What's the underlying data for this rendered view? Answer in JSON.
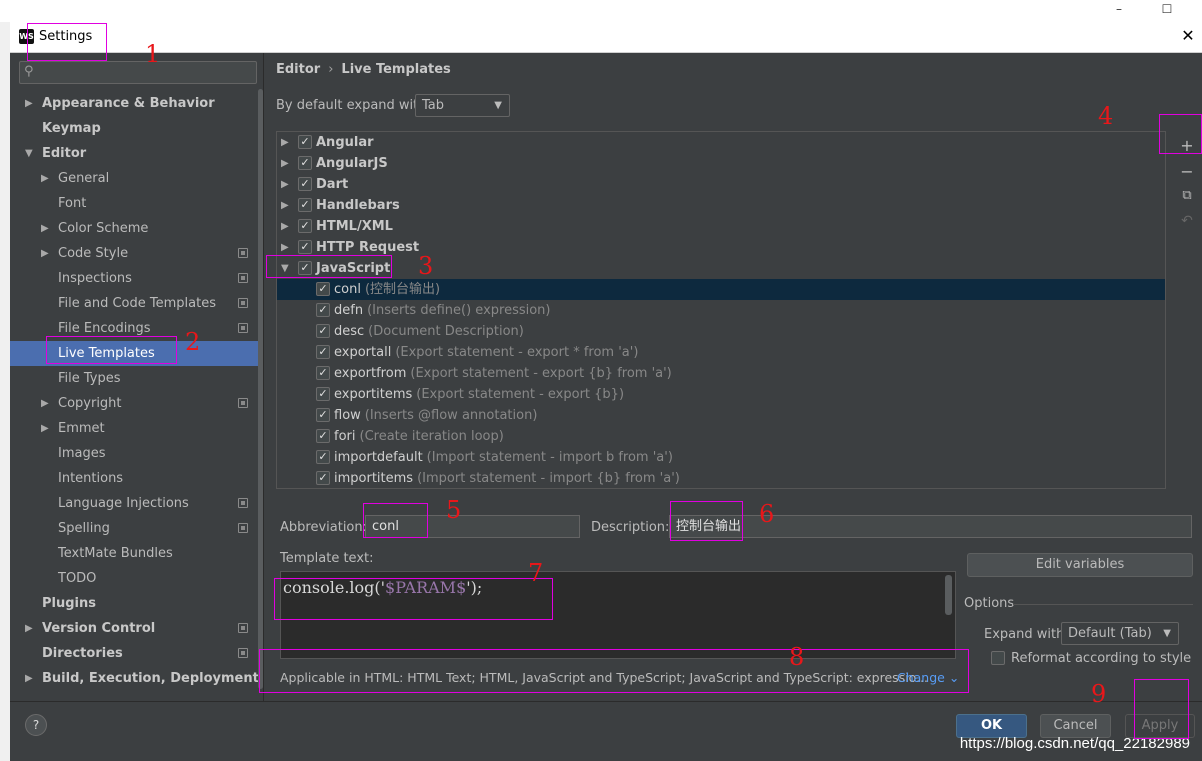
{
  "window": {
    "title": "Settings",
    "app_icon_text": "WS",
    "outer_controls": [
      "–",
      "☐",
      "✕"
    ],
    "close_glyph": "✕"
  },
  "sidebar": {
    "search_placeholder": "",
    "items": [
      {
        "label": "Appearance & Behavior",
        "level": 0,
        "bold": true,
        "arrow": "right"
      },
      {
        "label": "Keymap",
        "level": 0,
        "bold": true,
        "arrow": "none"
      },
      {
        "label": "Editor",
        "level": 0,
        "bold": true,
        "arrow": "down"
      },
      {
        "label": "General",
        "level": 1,
        "arrow": "right"
      },
      {
        "label": "Font",
        "level": 1,
        "arrow": "none"
      },
      {
        "label": "Color Scheme",
        "level": 1,
        "arrow": "right"
      },
      {
        "label": "Code Style",
        "level": 1,
        "arrow": "right",
        "project_icon": true
      },
      {
        "label": "Inspections",
        "level": 1,
        "arrow": "none",
        "project_icon": true
      },
      {
        "label": "File and Code Templates",
        "level": 1,
        "arrow": "none",
        "project_icon": true
      },
      {
        "label": "File Encodings",
        "level": 1,
        "arrow": "none",
        "project_icon": true
      },
      {
        "label": "Live Templates",
        "level": 1,
        "arrow": "none",
        "selected": true
      },
      {
        "label": "File Types",
        "level": 1,
        "arrow": "none"
      },
      {
        "label": "Copyright",
        "level": 1,
        "arrow": "right",
        "project_icon": true
      },
      {
        "label": "Emmet",
        "level": 1,
        "arrow": "right"
      },
      {
        "label": "Images",
        "level": 1,
        "arrow": "none"
      },
      {
        "label": "Intentions",
        "level": 1,
        "arrow": "none"
      },
      {
        "label": "Language Injections",
        "level": 1,
        "arrow": "none",
        "project_icon": true
      },
      {
        "label": "Spelling",
        "level": 1,
        "arrow": "none",
        "project_icon": true
      },
      {
        "label": "TextMate Bundles",
        "level": 1,
        "arrow": "none"
      },
      {
        "label": "TODO",
        "level": 1,
        "arrow": "none"
      },
      {
        "label": "Plugins",
        "level": 0,
        "bold": true,
        "arrow": "none"
      },
      {
        "label": "Version Control",
        "level": 0,
        "bold": true,
        "arrow": "right",
        "project_icon": true
      },
      {
        "label": "Directories",
        "level": 0,
        "bold": true,
        "arrow": "none",
        "project_icon": true
      },
      {
        "label": "Build, Execution, Deployment",
        "level": 0,
        "bold": true,
        "arrow": "right"
      }
    ]
  },
  "main": {
    "breadcrumb": {
      "parent": "Editor",
      "separator": "›",
      "current": "Live Templates"
    },
    "expand_default": {
      "label": "By default expand with",
      "value": "Tab"
    },
    "template_groups": [
      {
        "name": "Angular",
        "checked": true,
        "expanded": false
      },
      {
        "name": "AngularJS",
        "checked": true,
        "expanded": false
      },
      {
        "name": "Dart",
        "checked": true,
        "expanded": false
      },
      {
        "name": "Handlebars",
        "checked": true,
        "expanded": false
      },
      {
        "name": "HTML/XML",
        "checked": true,
        "expanded": false
      },
      {
        "name": "HTTP Request",
        "checked": true,
        "expanded": false
      },
      {
        "name": "JavaScript",
        "checked": true,
        "expanded": true
      }
    ],
    "javascript_templates": [
      {
        "abbr": "conl",
        "desc": "(控制台输出)",
        "checked": true,
        "selected": true
      },
      {
        "abbr": "defn",
        "desc": "(Inserts define() expression)",
        "checked": true
      },
      {
        "abbr": "desc",
        "desc": "(Document Description)",
        "checked": true
      },
      {
        "abbr": "exportall",
        "desc": "(Export statement - export * from 'a')",
        "checked": true
      },
      {
        "abbr": "exportfrom",
        "desc": "(Export statement - export {b} from 'a')",
        "checked": true
      },
      {
        "abbr": "exportitems",
        "desc": "(Export statement - export {b})",
        "checked": true
      },
      {
        "abbr": "flow",
        "desc": "(Inserts @flow annotation)",
        "checked": true
      },
      {
        "abbr": "fori",
        "desc": "(Create iteration loop)",
        "checked": true
      },
      {
        "abbr": "importdefault",
        "desc": "(Import statement - import b from 'a')",
        "checked": true
      },
      {
        "abbr": "importitems",
        "desc": "(Import statement - import {b} from 'a')",
        "checked": true
      }
    ],
    "toolbar": {
      "add": "+",
      "remove": "−",
      "copy": "⧉",
      "restore": "↶"
    },
    "abbreviation": {
      "label": "Abbreviation:",
      "value": "conl"
    },
    "description": {
      "label": "Description:",
      "value": "控制台输出"
    },
    "template_text": {
      "label": "Template text:",
      "code_prefix": "console.log('",
      "code_var": "$PARAM$",
      "code_suffix": "');"
    },
    "edit_variables_label": "Edit variables",
    "options": {
      "label": "Options",
      "expand_with_label": "Expand with",
      "expand_with_value": "Default (Tab)",
      "reformat_label": "Reformat according to style",
      "reformat_checked": false
    },
    "applicable": {
      "text": "Applicable in HTML: HTML Text; HTML, JavaScript and TypeScript; JavaScript and TypeScript: expressio...",
      "change_label": "Change ⌄"
    }
  },
  "footer": {
    "help_label": "?",
    "ok_label": "OK",
    "cancel_label": "Cancel",
    "apply_label": "Apply",
    "watermark": "https://blog.csdn.net/qq_22182989"
  },
  "annotations": [
    "1",
    "2",
    "3",
    "4",
    "5",
    "6",
    "7",
    "8",
    "9"
  ],
  "colors": {
    "selection": "#4b6eaf",
    "annotation_box": "#e000e0",
    "annotation_number": "#e8171a",
    "link": "#589df6"
  }
}
